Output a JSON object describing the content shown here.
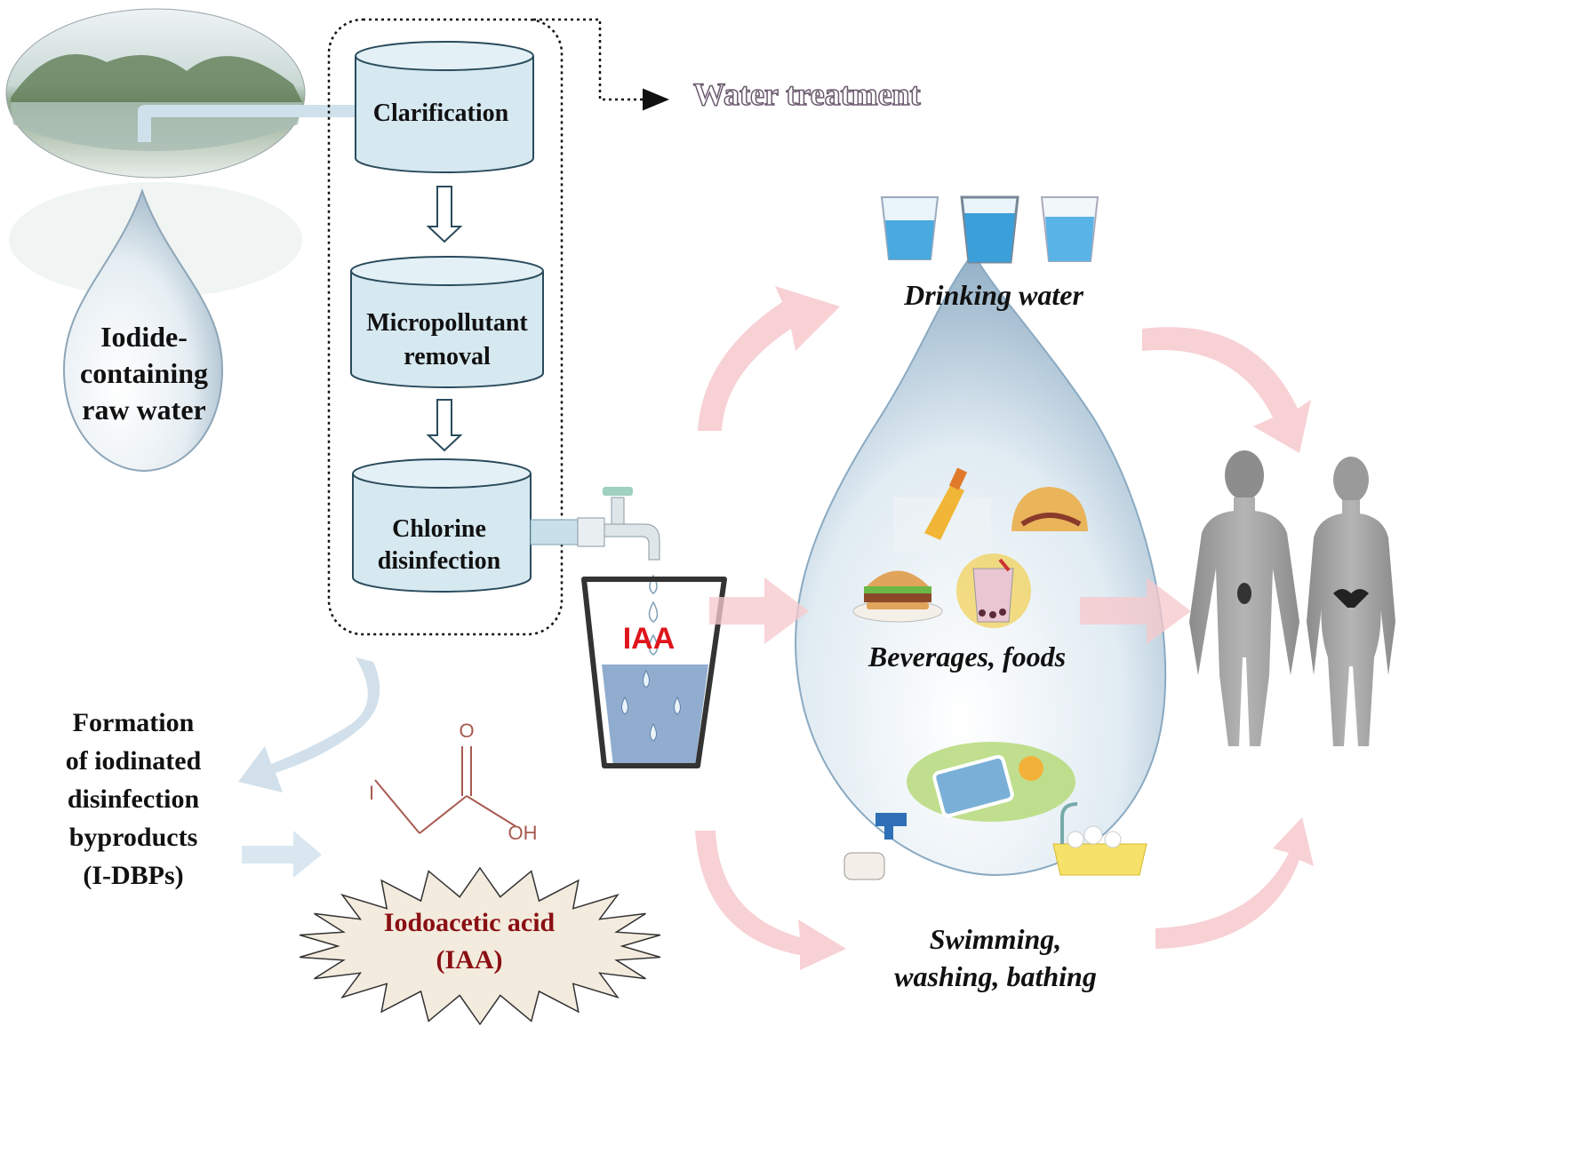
{
  "raw_water": {
    "line1": "Iodide-",
    "line2": "containing",
    "line3": "raw water"
  },
  "process": {
    "header": "Water treatment",
    "steps": [
      {
        "line1": "Clarification",
        "line2": ""
      },
      {
        "line1": "Micropollutant",
        "line2": "removal"
      },
      {
        "line1": "Chlorine",
        "line2": "disinfection"
      }
    ]
  },
  "formation": {
    "line1": "Formation",
    "line2": "of iodinated",
    "line3": "disinfection",
    "line4": "byproducts",
    "line5": "(I-DBPs)"
  },
  "molecule": {
    "o_label": "O",
    "i_label": "I",
    "oh_label": "OH"
  },
  "iaa_badge": {
    "line1": "Iodoacetic acid",
    "line2": "(IAA)"
  },
  "glass_label": "IAA",
  "exposure": {
    "drinking": "Drinking water",
    "beverages": "Beverages, foods",
    "swimming_line1": "Swimming,",
    "swimming_line2": "washing, bathing"
  },
  "colors": {
    "tank_fill": "#d6e8f0",
    "accent_red": "#e0141b",
    "molecule": "#a85a50",
    "arrow_pink": "#f6c9cc",
    "header_purple": "#6b5a6e"
  },
  "icons": [
    "landscape-image",
    "water-drop-icon",
    "faucet-icon",
    "water-glass-icon",
    "drinking-glass-icon",
    "beverage-icon",
    "taco-icon",
    "burger-icon",
    "bubble-tea-icon",
    "pool-icon",
    "bathtub-icon",
    "hand-washing-icon",
    "male-body-icon",
    "female-body-icon"
  ]
}
